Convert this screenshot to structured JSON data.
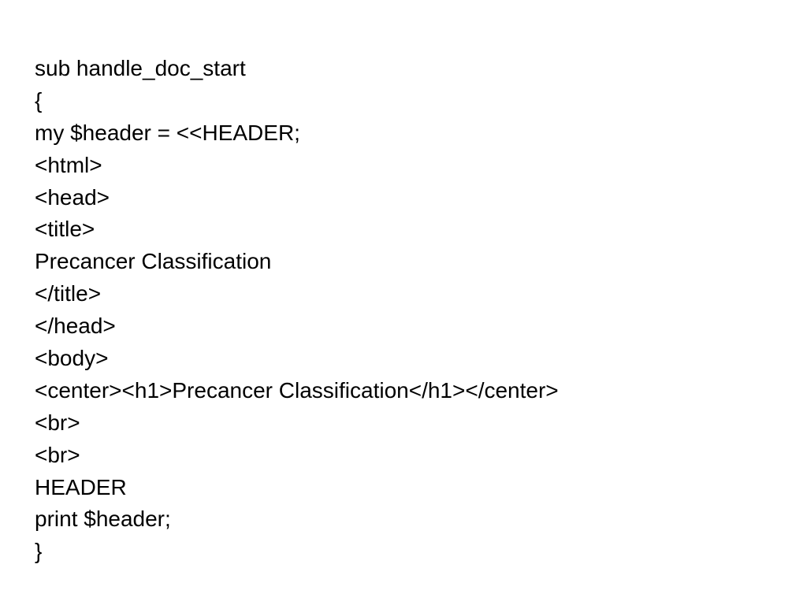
{
  "document": {
    "lines": [
      "sub handle_doc_start",
      "{",
      "my $header = <<HEADER;",
      "<html>",
      "<head>",
      "<title>",
      "Precancer Classification",
      "</title>",
      "</head>",
      "<body>",
      "<center><h1>Precancer Classification</h1></center>",
      "<br>",
      "<br>",
      "HEADER",
      "print $header;",
      "}"
    ]
  }
}
